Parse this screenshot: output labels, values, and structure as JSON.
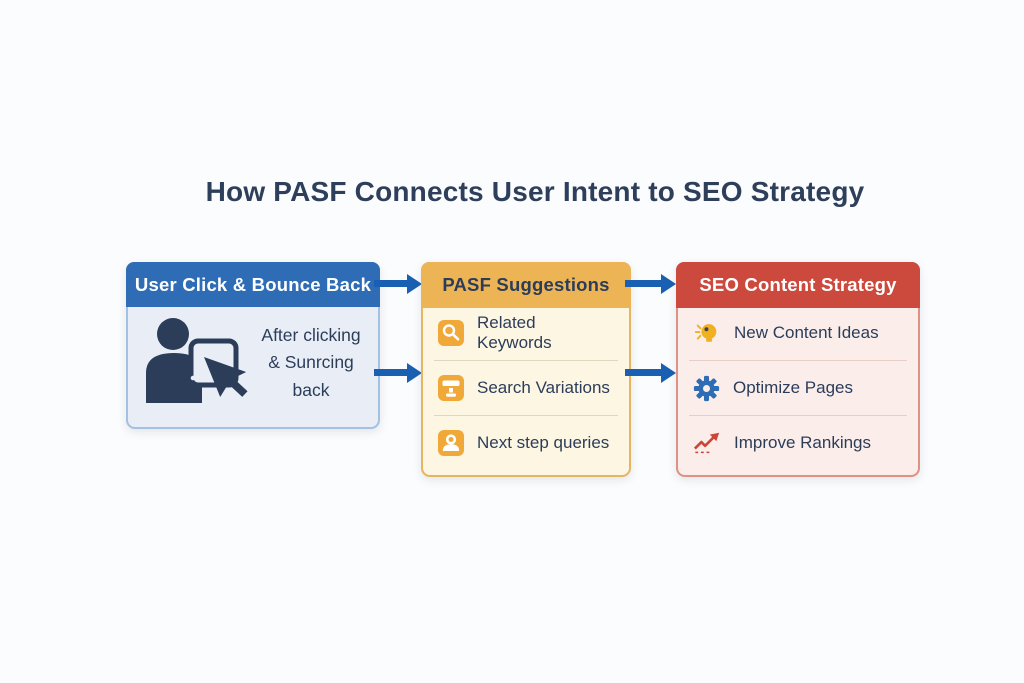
{
  "title": {
    "text": "How PASF Connects User Intent to SEO Strategy"
  },
  "colors": {
    "page-bg": "#fbfcfd",
    "title": "#2e3f5c",
    "navy-text": "#2c3d5a",
    "arrow-blue": "#1a60b2",
    "blue-header": "#2e6db6",
    "blue-body": "#e9eef6",
    "blue-border": "#a3c1e2",
    "gold-header": "#edb455",
    "gold-body": "#fdf6e2",
    "gold-border": "#e5b55f",
    "red-header": "#cc4a3d",
    "red-body": "#faedea",
    "red-border": "#de9186",
    "icon-orange": "#f0a838",
    "icon-yellow": "#f0b021",
    "icon-blue": "#2e6db6",
    "icon-red": "#cd4538"
  },
  "flow": {
    "boxes": [
      {
        "id": "user-click-bounce-back",
        "header": "User Click & Bounce Back",
        "icon": "user-cursor-icon",
        "description_lines": [
          "After clicking",
          "& Sunrcing",
          "back"
        ]
      },
      {
        "id": "pasf-suggestions",
        "header": "PASF Suggestions",
        "items": [
          {
            "icon": "search-icon",
            "label": "Related Keywords"
          },
          {
            "icon": "filter-icon",
            "label": "Search Variations"
          },
          {
            "icon": "person-icon",
            "label": "Next step queries"
          }
        ]
      },
      {
        "id": "seo-content-strategy",
        "header": "SEO Content Strategy",
        "items": [
          {
            "icon": "lightbulb-icon",
            "label": "New Content Ideas"
          },
          {
            "icon": "gear-icon",
            "label": "Optimize Pages"
          },
          {
            "icon": "trend-up-icon",
            "label": "Improve Rankings"
          }
        ]
      }
    ]
  }
}
